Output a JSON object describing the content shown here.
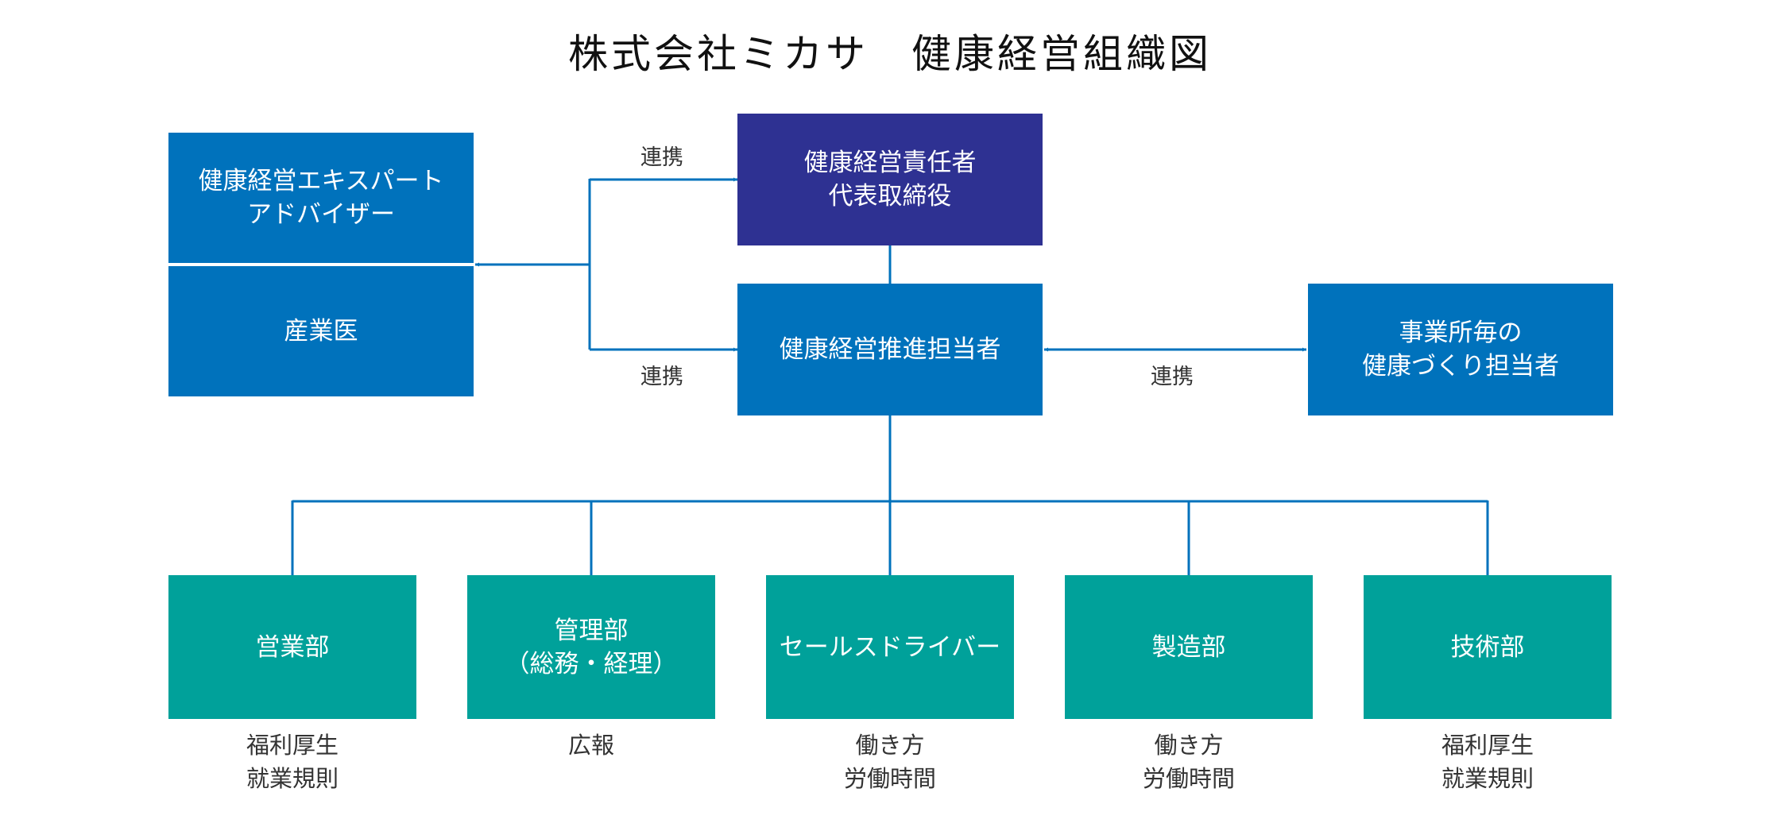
{
  "title": "株式会社ミカサ　健康経営組織図",
  "colors": {
    "line": "#0072bc",
    "blue": "#0072bc",
    "navy": "#2e3192",
    "teal": "#00a19a"
  },
  "nodes": {
    "ceo": [
      "健康経営責任者",
      "代表取締役"
    ],
    "promoter": [
      "健康経営推進担当者"
    ],
    "advisor": [
      "健康経営エキスパート",
      "アドバイザー"
    ],
    "doctor": [
      "産業医"
    ],
    "site": [
      "事業所毎の",
      "健康づくり担当者"
    ]
  },
  "links": {
    "upper": "連携",
    "lower": "連携",
    "right": "連携"
  },
  "departments": [
    {
      "name": [
        "営業部"
      ],
      "duties": [
        "福利厚生",
        "就業規則"
      ]
    },
    {
      "name": [
        "管理部",
        "（総務・経理）"
      ],
      "duties": [
        "広報"
      ]
    },
    {
      "name": [
        "セールスドライバー"
      ],
      "duties": [
        "働き方",
        "労働時間"
      ]
    },
    {
      "name": [
        "製造部"
      ],
      "duties": [
        "働き方",
        "労働時間"
      ]
    },
    {
      "name": [
        "技術部"
      ],
      "duties": [
        "福利厚生",
        "就業規則"
      ]
    }
  ]
}
